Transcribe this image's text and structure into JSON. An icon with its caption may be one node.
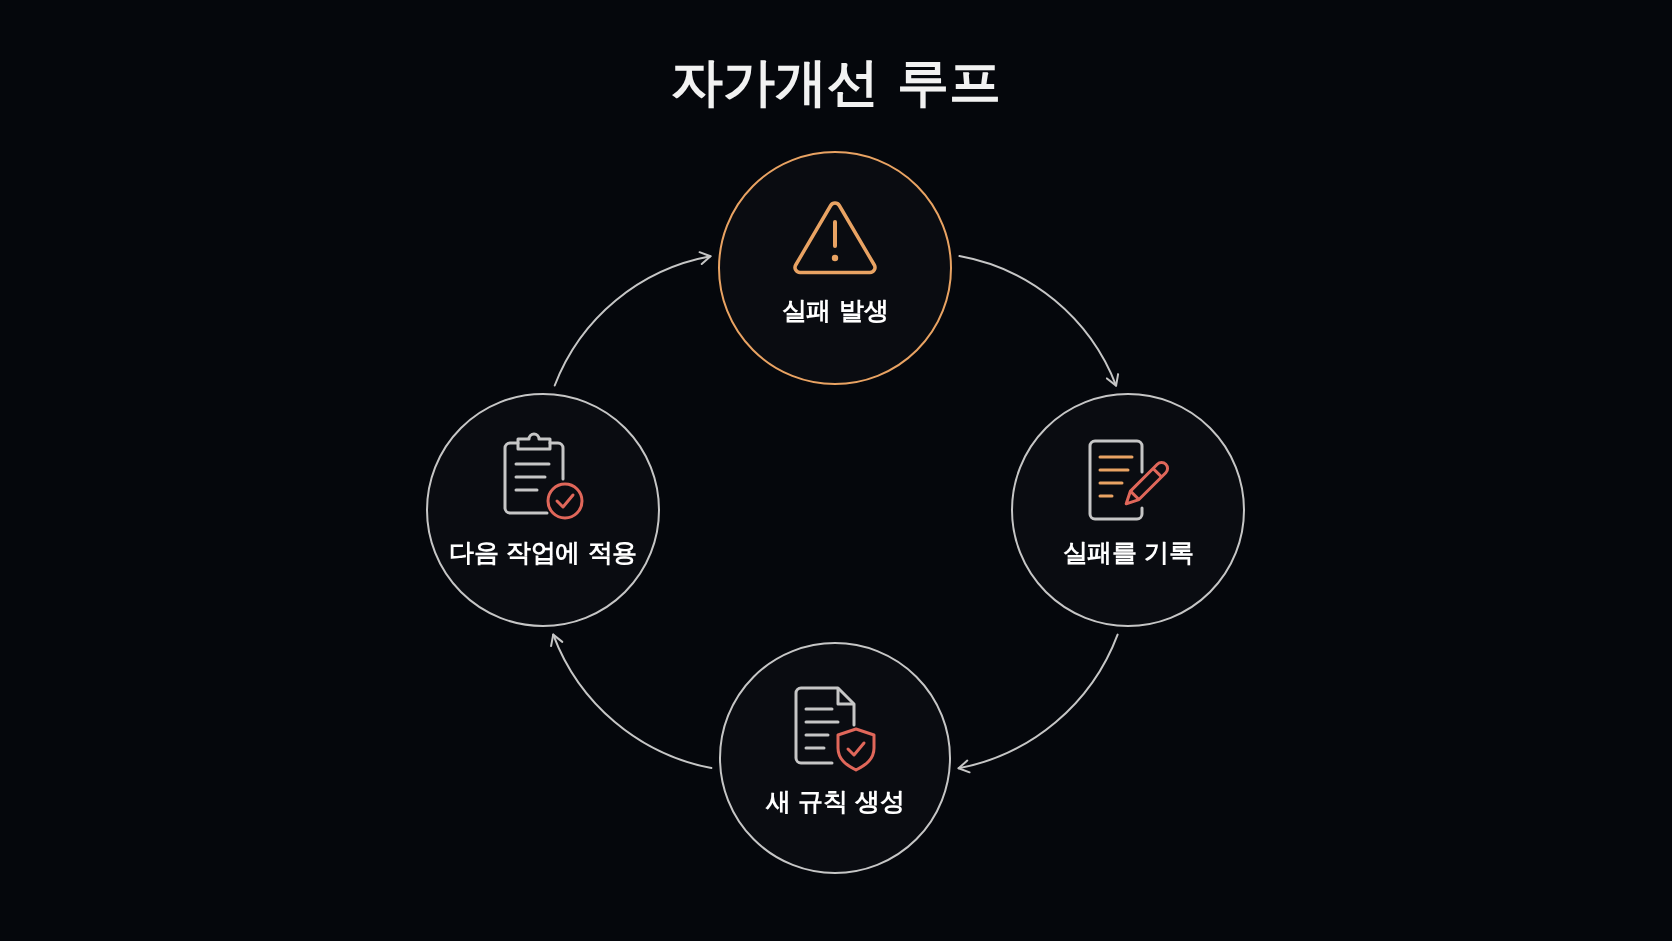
{
  "diagram": {
    "title": "자가개선 루프",
    "nodes": [
      {
        "text": [
          "실패 발생"
        ]
      },
      {
        "text": [
          "다음 작업에 적용"
        ]
      },
      {
        "text": [
          "실패를 기록"
        ]
      },
      {
        "text": [
          "새 규칙 생성"
        ]
      }
    ],
    "edges": [
      {
        "from": 0,
        "to": 2,
        "arrow": "to"
      },
      {
        "from": 2,
        "to": 3,
        "arrow": "to"
      },
      {
        "from": 3,
        "to": 1,
        "arrow": "to"
      },
      {
        "from": 1,
        "to": 0,
        "arrow": "to"
      }
    ]
  }
}
